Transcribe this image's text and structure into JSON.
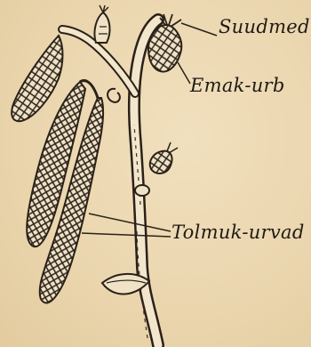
{
  "labels": {
    "stigmas": "Suudmed",
    "female_catkin": "Emak-urb",
    "male_catkins": "Tolmuk-urvad"
  }
}
